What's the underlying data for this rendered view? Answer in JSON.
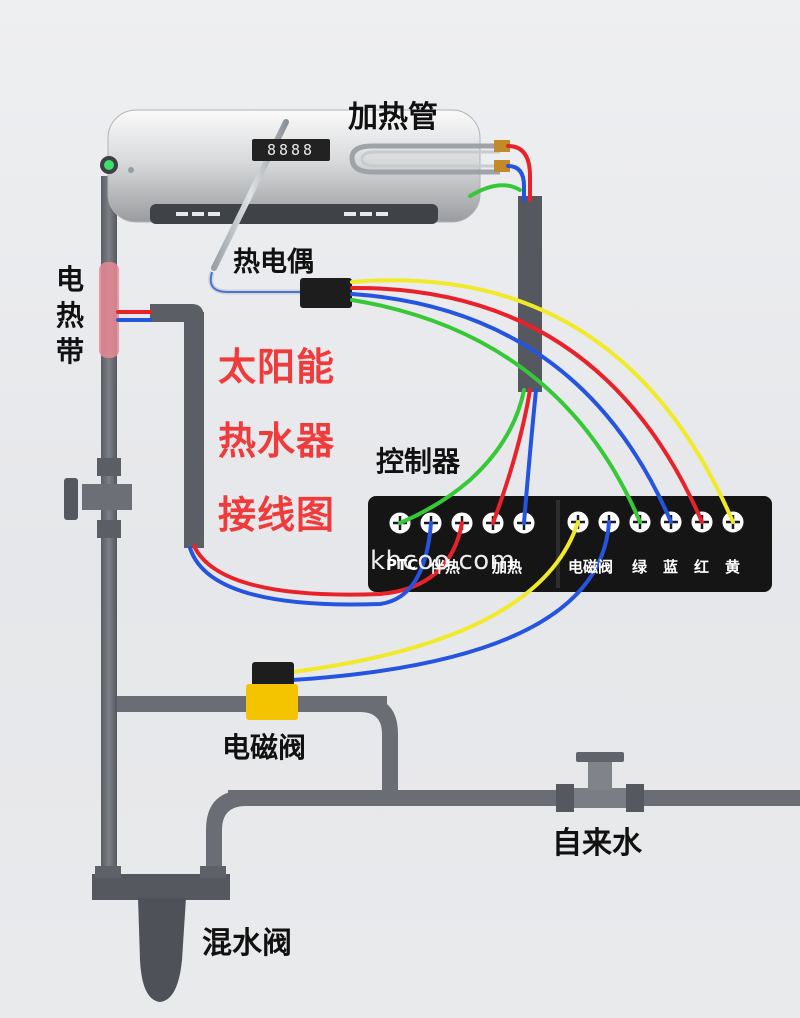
{
  "title_lines": [
    "太阳能",
    "热水器",
    "接线图"
  ],
  "labels": {
    "heating_tube": "加热管",
    "thermocouple": "热电偶",
    "controller": "控制器",
    "electric_heat_belt": [
      "电",
      "热",
      "带"
    ],
    "solenoid_valve": "电磁阀",
    "tap_water": "自来水",
    "mixing_valve": "混水阀"
  },
  "display_readout": "8888",
  "terminals": [
    {
      "label": "PTC"
    },
    {
      "label": "伴热"
    },
    {
      "label": "加热"
    },
    {
      "label": "电磁阀"
    },
    {
      "label": "绿"
    },
    {
      "label": "蓝"
    },
    {
      "label": "红"
    },
    {
      "label": "黄"
    }
  ],
  "watermark": "khcoo.com",
  "colors": {
    "title": "#ef3b3b",
    "wire_red": "#e8222b",
    "wire_blue": "#2454e0",
    "wire_green": "#37c837",
    "wire_yellow": "#f0ea2a",
    "pipe": "#666a70",
    "controller": "#151515",
    "solenoid": "#f5c400"
  }
}
